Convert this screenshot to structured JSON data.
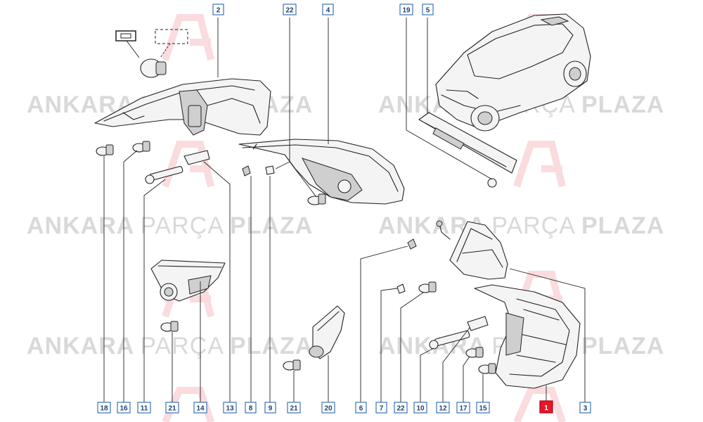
{
  "watermark": {
    "word1": "ANKARA",
    "word2": "PARÇA",
    "word3": "PLAZA"
  },
  "callouts": [
    {
      "label": "2"
    },
    {
      "label": "22"
    },
    {
      "label": "4"
    },
    {
      "label": "19"
    },
    {
      "label": "5"
    },
    {
      "label": "18"
    },
    {
      "label": "16"
    },
    {
      "label": "11"
    },
    {
      "label": "21"
    },
    {
      "label": "14"
    },
    {
      "label": "13"
    },
    {
      "label": "8"
    },
    {
      "label": "9"
    },
    {
      "label": "21"
    },
    {
      "label": "20"
    },
    {
      "label": "6"
    },
    {
      "label": "7"
    },
    {
      "label": "22"
    },
    {
      "label": "10"
    },
    {
      "label": "12"
    },
    {
      "label": "17"
    },
    {
      "label": "15"
    },
    {
      "label": "1"
    },
    {
      "label": "3"
    }
  ],
  "highlight_color": "#e8162b",
  "callout_color": "#3b73b8"
}
